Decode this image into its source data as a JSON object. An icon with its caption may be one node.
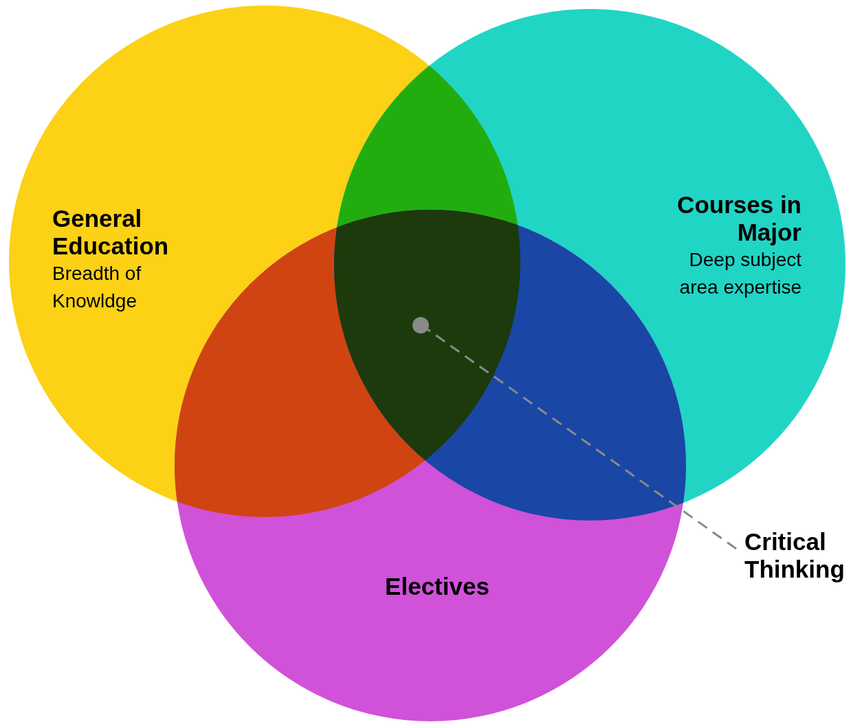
{
  "diagram": {
    "nodes": [
      {
        "text": [
          "General Education",
          "Breadth of Knowldge"
        ]
      },
      {
        "text": [
          "Courses in Major",
          "Deep subject area expertise"
        ]
      },
      {
        "text": [
          "Electives"
        ]
      },
      {
        "text": [
          "Critical Thinking"
        ]
      },
      {
        "text": [],
        "shape": "circle"
      }
    ],
    "edges": [
      {
        "from": 3,
        "to": 4,
        "arrow": "none",
        "style": "dashed"
      }
    ]
  }
}
